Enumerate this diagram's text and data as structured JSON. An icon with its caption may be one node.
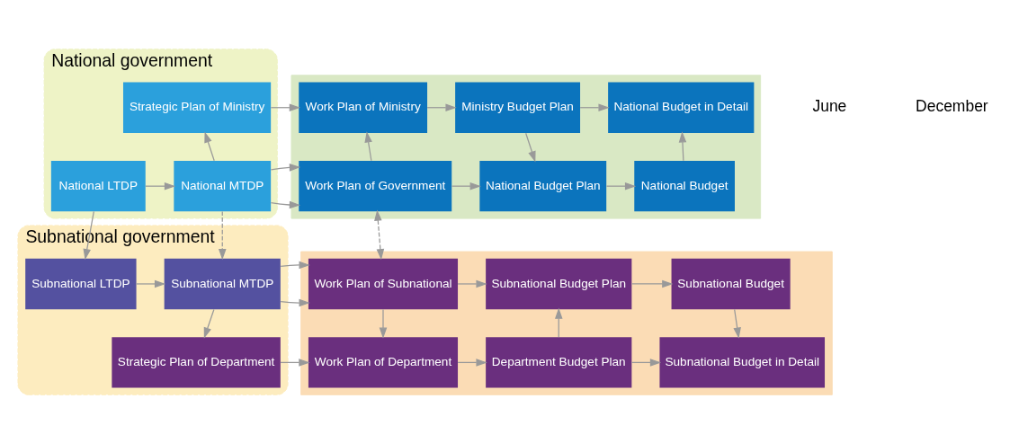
{
  "diagram": {
    "nodes": [
      {
        "text": [
          "National government"
        ]
      },
      {
        "text": [
          "Strategic Plan of Ministry"
        ],
        "in": 0
      },
      {
        "text": [
          "National LTDP"
        ],
        "in": 0
      },
      {
        "text": [
          "National MTDP"
        ],
        "in": 0
      },
      {
        "text": [],
        "shape": "box"
      },
      {
        "text": [
          "Work Plan of Ministry"
        ],
        "in": 4
      },
      {
        "text": [
          "Ministry Budget Plan"
        ],
        "in": 4
      },
      {
        "text": [
          "National Budget in Detail"
        ],
        "in": 4
      },
      {
        "text": [
          "Work Plan of Government"
        ],
        "in": 4
      },
      {
        "text": [
          "National Budget Plan"
        ],
        "in": 4
      },
      {
        "text": [
          "National Budget"
        ],
        "in": 4
      },
      {
        "text": [
          "Subnational government"
        ]
      },
      {
        "text": [
          "Subnational LTDP"
        ],
        "in": 11
      },
      {
        "text": [
          "Subnational MTDP"
        ],
        "in": 11
      },
      {
        "text": [
          "Strategic Plan of Department"
        ],
        "in": 11
      },
      {
        "text": [],
        "shape": "box"
      },
      {
        "text": [
          "Work Plan of Subnational"
        ],
        "in": 15
      },
      {
        "text": [
          "Subnational Budget Plan"
        ],
        "in": 15
      },
      {
        "text": [
          "Subnational Budget"
        ],
        "in": 15
      },
      {
        "text": [
          "Work Plan of Department"
        ],
        "in": 15
      },
      {
        "text": [
          "Department Budget Plan"
        ],
        "in": 15
      },
      {
        "text": [
          "Subnational Budget in Detail"
        ],
        "in": 15
      }
    ],
    "edges": [
      {
        "from": 2,
        "to": 3,
        "arrow": "to"
      },
      {
        "from": 2,
        "to": 12,
        "arrow": "to"
      },
      {
        "from": 3,
        "to": 1,
        "arrow": "to"
      },
      {
        "from": 3,
        "to": 8,
        "arrow": "to"
      },
      {
        "from": 3,
        "to": 13,
        "arrow": "to",
        "style": "dashed"
      },
      {
        "from": 1,
        "to": 5,
        "arrow": "to"
      },
      {
        "from": 8,
        "to": 5,
        "arrow": "to"
      },
      {
        "from": 5,
        "to": 6,
        "arrow": "to"
      },
      {
        "from": 6,
        "to": 7,
        "arrow": "to"
      },
      {
        "from": 6,
        "to": 9,
        "arrow": "to"
      },
      {
        "from": 8,
        "to": 9,
        "arrow": "to"
      },
      {
        "from": 9,
        "to": 10,
        "arrow": "to"
      },
      {
        "from": 10,
        "to": 7,
        "arrow": "to"
      },
      {
        "from": 8,
        "to": 16,
        "arrow": "both",
        "style": "dashed"
      },
      {
        "from": 12,
        "to": 13,
        "arrow": "to"
      },
      {
        "from": 13,
        "to": 16,
        "arrow": "to"
      },
      {
        "from": 13,
        "to": 14,
        "arrow": "to"
      },
      {
        "from": 14,
        "to": 19,
        "arrow": "to"
      },
      {
        "from": 16,
        "to": 19,
        "arrow": "to"
      },
      {
        "from": 16,
        "to": 17,
        "arrow": "to"
      },
      {
        "from": 17,
        "to": 18,
        "arrow": "to"
      },
      {
        "from": 18,
        "to": 21,
        "arrow": "to"
      },
      {
        "from": 19,
        "to": 20,
        "arrow": "to"
      },
      {
        "from": 20,
        "to": 17,
        "arrow": "to"
      },
      {
        "from": 20,
        "to": 21,
        "arrow": "to"
      }
    ],
    "labels": [
      "June",
      "December"
    ]
  }
}
